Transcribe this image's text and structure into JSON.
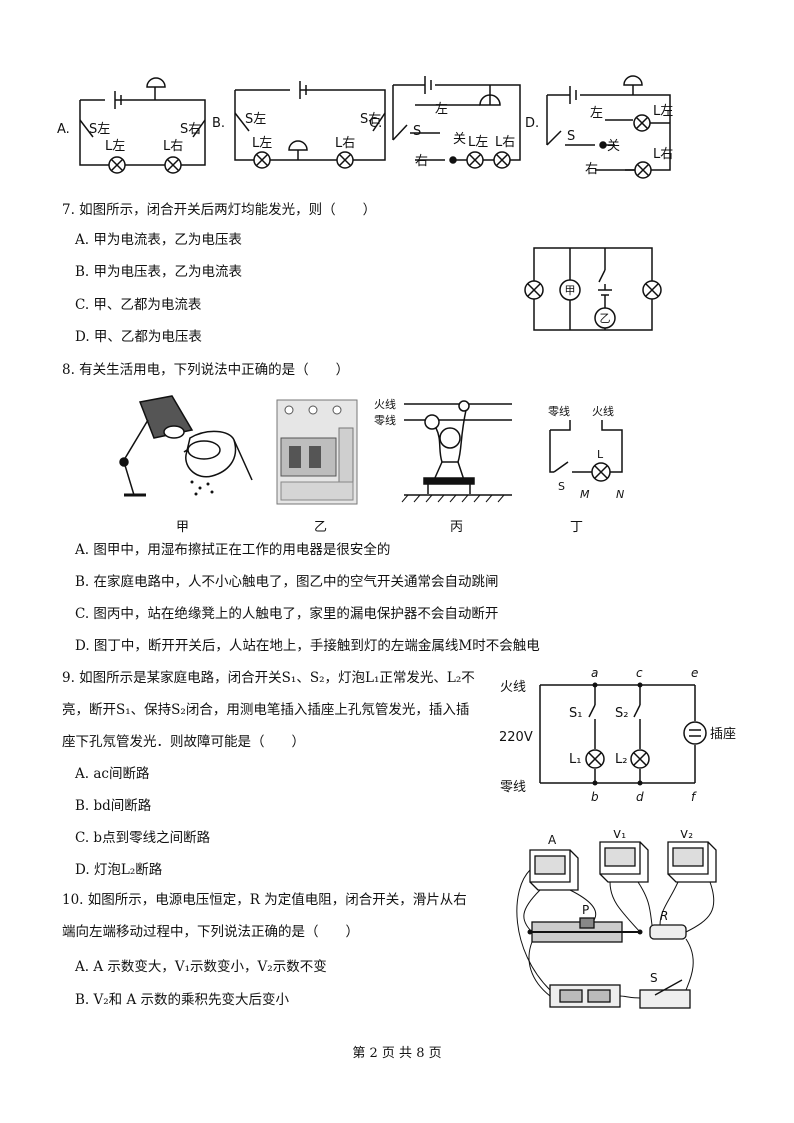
{
  "top_options": {
    "A": {
      "letter": "A.",
      "s_left": "S左",
      "s_right": "S右",
      "l_left": "L左",
      "l_right": "L右"
    },
    "B": {
      "letter": "B.",
      "s_left": "S左",
      "s_right": "S右",
      "l_left": "L左",
      "l_right": "L右"
    },
    "C": {
      "letter": "C.",
      "left": "左",
      "s": "S",
      "guan": "关",
      "right": "右",
      "l_left": "L左",
      "l_right": "L右"
    },
    "D": {
      "letter": "D.",
      "left": "左",
      "s": "S",
      "guan": "关",
      "right": "右",
      "l_left": "L左",
      "l_right": "L右"
    }
  },
  "q7": {
    "stem": "7. 如图所示，闭合开关后两灯均能发光，则（　　）",
    "options": [
      "A. 甲为电流表，乙为电压表",
      "B. 甲为电压表，乙为电流表",
      "C. 甲、乙都为电流表",
      "D. 甲、乙都为电压表"
    ],
    "fig": {
      "jia": "甲",
      "yi": "乙"
    }
  },
  "q8": {
    "stem": "8. 有关生活用电，下列说法中正确的是（　　）",
    "captions": [
      "甲",
      "乙",
      "丙",
      "丁"
    ],
    "fig_bing": {
      "fire": "火线",
      "zero": "零线"
    },
    "fig_ding": {
      "zero": "零线",
      "fire": "火线",
      "s": "S",
      "l": "L",
      "m": "M",
      "n": "N"
    },
    "options": [
      "A. 图甲中，用湿布擦拭正在工作的用电器是很安全的",
      "B. 在家庭电路中，人不小心触电了，图乙中的空气开关通常会自动跳闸",
      "C. 图丙中，站在绝缘凳上的人触电了，家里的漏电保护器不会自动断开",
      "D. 图丁中，断开开关后，人站在地上，手接触到灯的左端金属线M时不会触电"
    ]
  },
  "q9": {
    "stem_lines": [
      "9. 如图所示是某家庭电路，闭合开关S₁、S₂，灯泡L₁正常发光、L₂不",
      "亮，断开S₁、保持S₂闭合，用测电笔插入插座上孔氖管发光，插入插",
      "座下孔氖管发光．则故障可能是（　　）"
    ],
    "options": [
      "A. ac间断路",
      "B. bd间断路",
      "C. b点到零线之间断路",
      "D. 灯泡L₂断路"
    ],
    "fig": {
      "fire": "火线",
      "zero": "零线",
      "voltage": "220V",
      "socket": "插座",
      "a": "a",
      "b": "b",
      "c": "c",
      "d": "d",
      "e": "e",
      "f": "f",
      "s1": "S₁",
      "s2": "S₂",
      "l1": "L₁",
      "l2": "L₂"
    }
  },
  "q10": {
    "stem_lines": [
      "10. 如图所示，电源电压恒定，R 为定值电阻，闭合开关，滑片从右",
      "端向左端移动过程中，下列说法正确的是（　　）"
    ],
    "options": [
      "A. A 示数变大，V₁示数变小，V₂示数不变",
      "B. V₂和 A 示数的乘积先变大后变小"
    ],
    "fig": {
      "a": "A",
      "v1": "V₁",
      "v2": "V₂",
      "p": "P",
      "r": "R",
      "s": "S"
    }
  },
  "footer": "第 2 页 共 8 页"
}
